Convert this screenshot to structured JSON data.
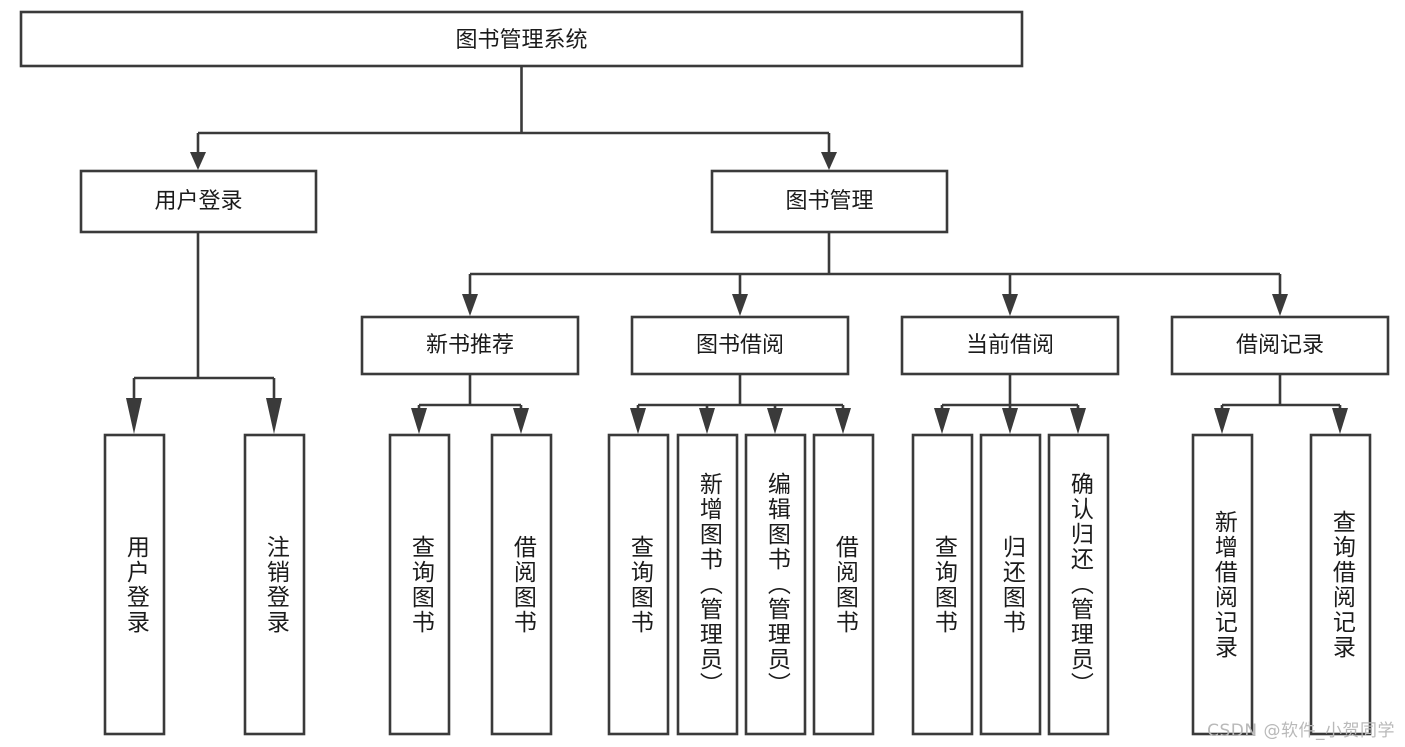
{
  "diagram": {
    "title": "图书管理系统",
    "type": "tree-hierarchy",
    "watermark": "CSDN @软件_小贺同学",
    "colors": {
      "box_stroke": "#3a3a3a",
      "box_fill": "#ffffff",
      "text": "#1b1b1b",
      "background": "#ffffff",
      "watermark": "#b9b9b9"
    },
    "root": {
      "label": "图书管理系统"
    },
    "level2": [
      {
        "label": "用户登录"
      },
      {
        "label": "图书管理"
      }
    ],
    "level3": [
      {
        "label": "新书推荐"
      },
      {
        "label": "图书借阅"
      },
      {
        "label": "当前借阅"
      },
      {
        "label": "借阅记录"
      }
    ],
    "leaves": {
      "user_login": [
        {
          "label": "用户登录"
        },
        {
          "label": "注销登录"
        }
      ],
      "new_book_recommend": [
        {
          "label": "查询图书"
        },
        {
          "label": "借阅图书"
        }
      ],
      "book_borrow": [
        {
          "label": "查询图书"
        },
        {
          "label": "新增图书（管理员）"
        },
        {
          "label": "编辑图书（管理员）"
        },
        {
          "label": "借阅图书"
        }
      ],
      "current_borrow": [
        {
          "label": "查询图书"
        },
        {
          "label": "归还图书"
        },
        {
          "label": "确认归还（管理员）"
        }
      ],
      "borrow_record": [
        {
          "label": "新增借阅记录"
        },
        {
          "label": "查询借阅记录"
        }
      ]
    }
  }
}
